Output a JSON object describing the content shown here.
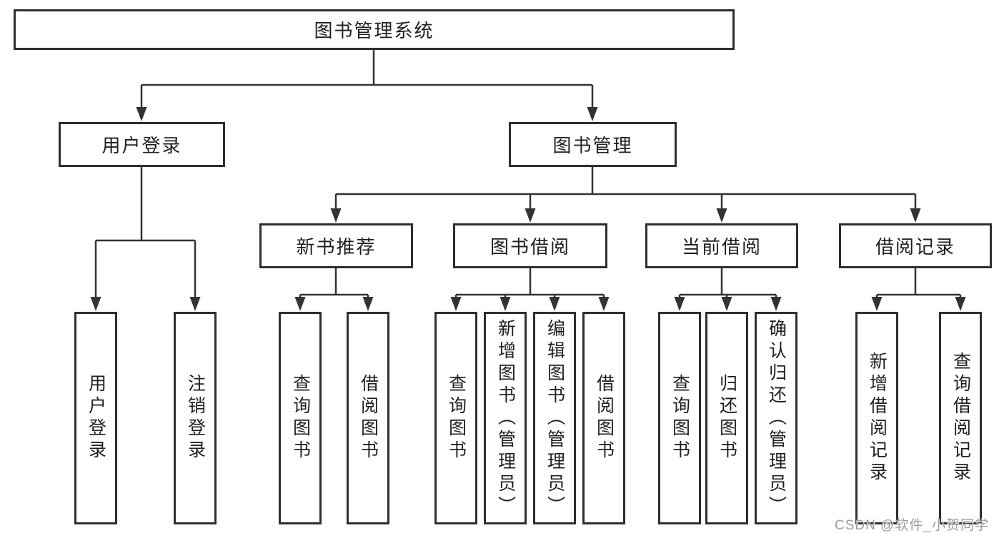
{
  "tree": {
    "root": {
      "label": "图书管理系统"
    },
    "branches": [
      {
        "label": "用户登录",
        "children": [
          {
            "label": "用户登录"
          },
          {
            "label": "注销登录"
          }
        ]
      },
      {
        "label": "图书管理",
        "children": [
          {
            "label": "新书推荐",
            "children": [
              {
                "label": "查询图书"
              },
              {
                "label": "借阅图书"
              }
            ]
          },
          {
            "label": "图书借阅",
            "children": [
              {
                "label": "查询图书"
              },
              {
                "label": "新增图书（管理员）"
              },
              {
                "label": "编辑图书（管理员）"
              },
              {
                "label": "借阅图书"
              }
            ]
          },
          {
            "label": "当前借阅",
            "children": [
              {
                "label": "查询图书"
              },
              {
                "label": "归还图书"
              },
              {
                "label": "确认归还（管理员）"
              }
            ]
          },
          {
            "label": "借阅记录",
            "children": [
              {
                "label": "新增借阅记录"
              },
              {
                "label": "查询借阅记录"
              }
            ]
          }
        ]
      }
    ]
  },
  "watermark": {
    "text": "CSDN @软件_小贺同学"
  },
  "colors": {
    "line": "#333333",
    "box_border": "#2f2f2f",
    "box_background": "#ffffff",
    "text": "#1f1f1f",
    "watermark": "#9d9d9d",
    "page_background": "#ffffff"
  }
}
